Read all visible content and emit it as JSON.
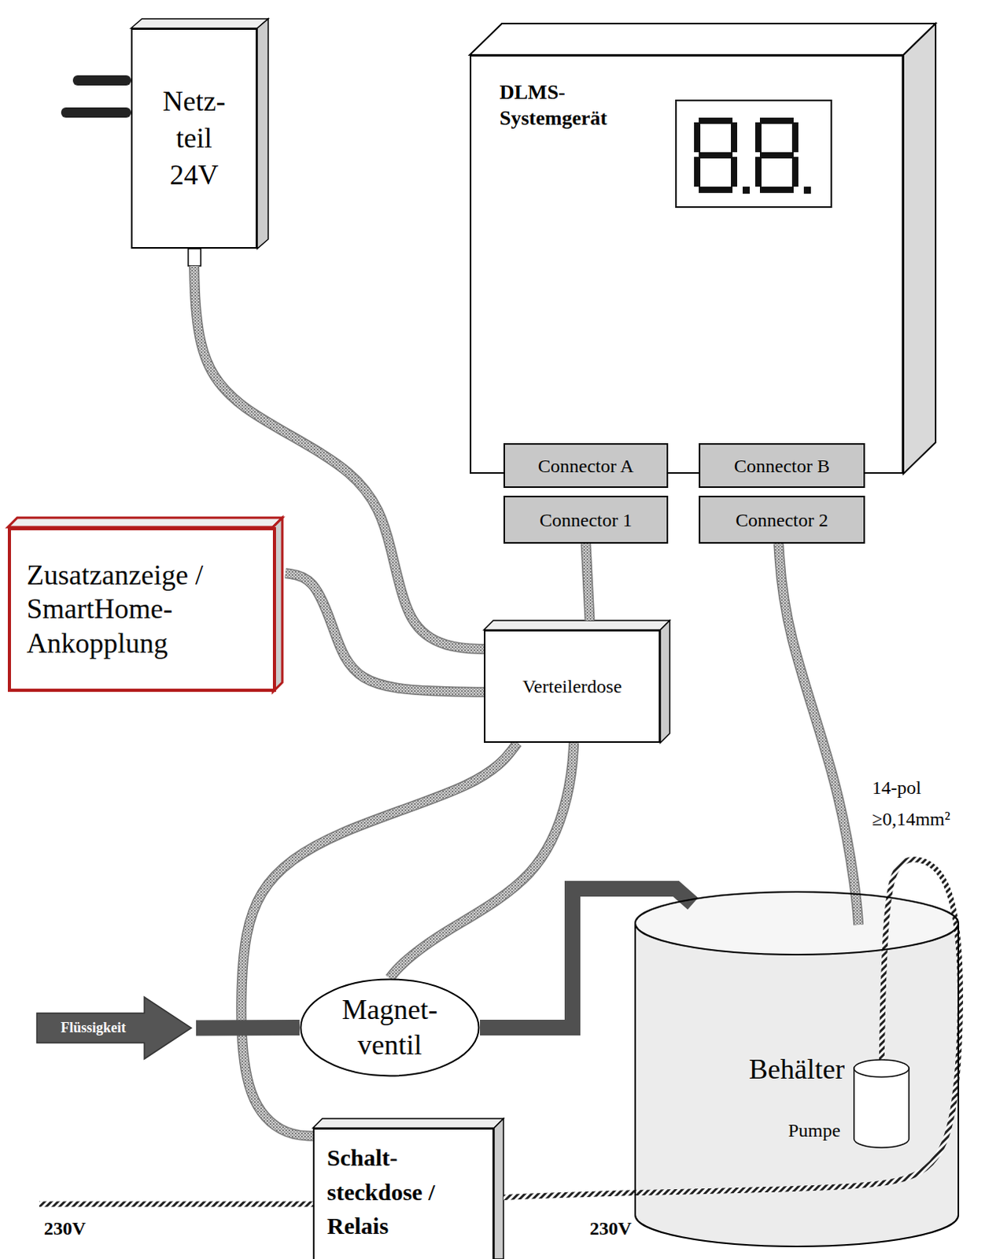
{
  "diagram": {
    "nodes": [
      {
        "text": [
          "Netz- teil 24V"
        ]
      },
      {
        "text": [
          "DLMS- Systemgerät"
        ]
      },
      {
        "text": [
          "Connector A"
        ]
      },
      {
        "text": [
          "Connector B"
        ]
      },
      {
        "text": [
          "Connector 1"
        ]
      },
      {
        "text": [
          "Connector 2"
        ]
      },
      {
        "text": [
          "Zusatzanzeige / SmartHome- Ankopplung"
        ]
      },
      {
        "text": [
          "Verteilerdose"
        ]
      },
      {
        "text": [
          "Flüssigkeit"
        ]
      },
      {
        "text": [
          "Magnet- ventil"
        ]
      },
      {
        "text": [
          "Behälter"
        ]
      },
      {
        "text": [
          "Pumpe"
        ],
        "in": 10
      },
      {
        "text": [
          "Schalt- steckdose / Relais"
        ]
      }
    ],
    "edges": [
      {
        "from": 0,
        "to": 7,
        "arrow": "none"
      },
      {
        "from": 6,
        "to": 7,
        "arrow": "none"
      },
      {
        "from": 4,
        "to": 7,
        "arrow": "none"
      },
      {
        "from": 7,
        "to": 12,
        "arrow": "none"
      },
      {
        "from": 7,
        "to": 9,
        "arrow": "none"
      },
      {
        "from": 5,
        "to": 10,
        "arrow": "none"
      },
      {
        "from": 8,
        "to": 9,
        "arrow": "none"
      },
      {
        "from": 9,
        "to": 10,
        "arrow": "none"
      },
      {
        "from": 12,
        "to": 11,
        "arrow": "none"
      }
    ],
    "labels": [
      "14-pol ≥0,14mm²",
      "230V",
      "230V"
    ]
  }
}
